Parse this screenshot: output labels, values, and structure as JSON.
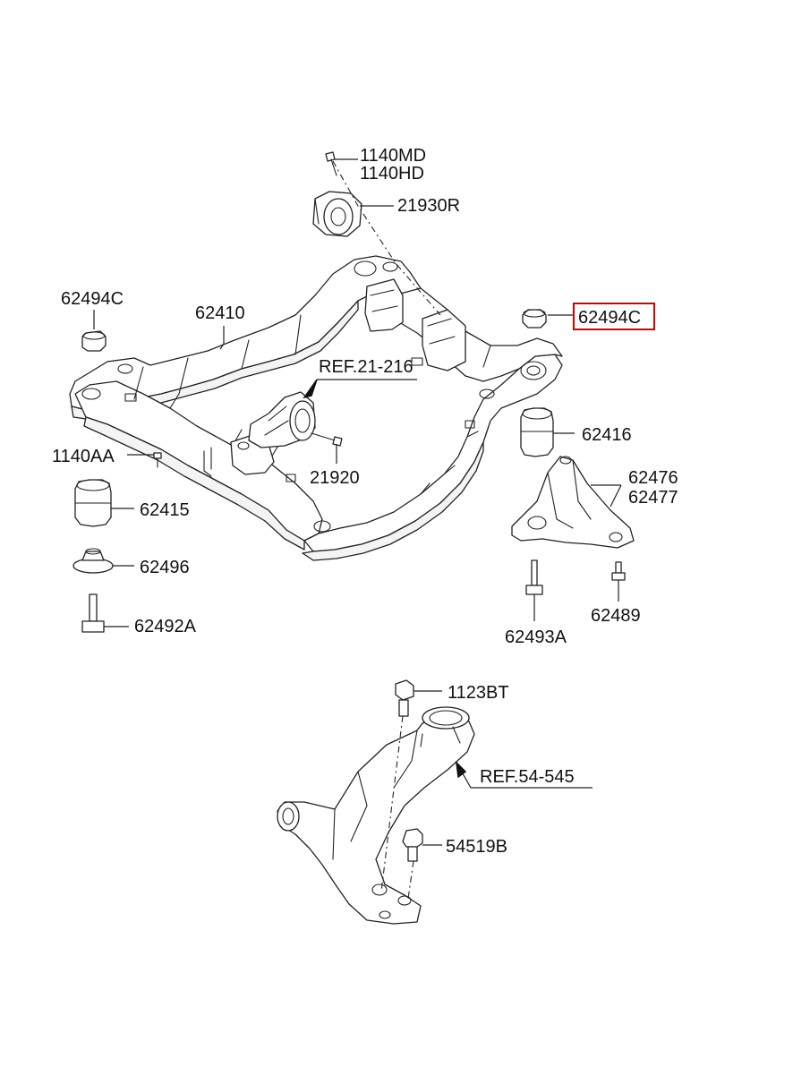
{
  "highlight_color": "#d40000",
  "labels": {
    "bolt_1140md": "1140MD",
    "bolt_1140hd": "1140HD",
    "mount_21930r": "21930R",
    "stopper_left": "62494C",
    "stopper_right": "62494C",
    "crossmember": "62410",
    "reference_mount": "REF.21-216",
    "bushing_right": "62416",
    "bolt_1140aa": "1140AA",
    "bracket_62476": "62476",
    "bracket_62477": "62477",
    "bolt_21920": "21920",
    "bushing_left": "62415",
    "washer": "62496",
    "bolt_62492a": "62492A",
    "bolt_62493a": "62493A",
    "bolt_62489": "62489",
    "bolt_1123bt": "1123BT",
    "reference_arm": "REF.54-545",
    "bushing_54519b": "54519B"
  }
}
